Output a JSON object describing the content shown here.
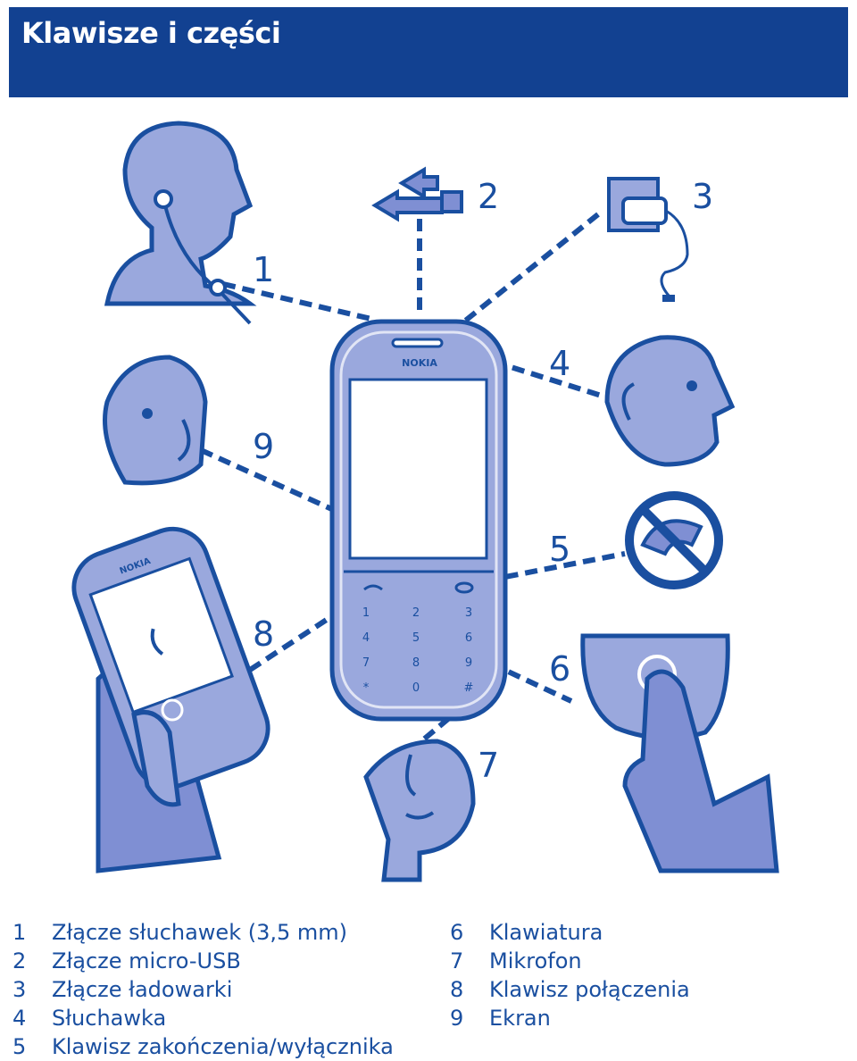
{
  "header": {
    "title": "Klawisze i części"
  },
  "phone": {
    "brand": "NOKIA",
    "keys": [
      "1",
      "2",
      "3",
      "4",
      "5",
      "6",
      "7",
      "8",
      "9",
      "*",
      "0",
      "#"
    ]
  },
  "callouts": [
    "1",
    "2",
    "3",
    "4",
    "5",
    "6",
    "7",
    "8",
    "9"
  ],
  "legend": {
    "left": [
      {
        "num": "1",
        "text": "Złącze słuchawek (3,5 mm)"
      },
      {
        "num": "2",
        "text": "Złącze micro-USB"
      },
      {
        "num": "3",
        "text": "Złącze ładowarki"
      },
      {
        "num": "4",
        "text": "Słuchawka"
      },
      {
        "num": "5",
        "text": "Klawisz zakończenia/wyłącznika"
      }
    ],
    "right": [
      {
        "num": "6",
        "text": "Klawiatura"
      },
      {
        "num": "7",
        "text": "Mikrofon"
      },
      {
        "num": "8",
        "text": "Klawisz połączenia"
      },
      {
        "num": "9",
        "text": "Ekran"
      }
    ]
  },
  "colors": {
    "header_bg": "#124191",
    "line": "#1a4fa0",
    "fill_light": "#9aa8dd",
    "fill_mid": "#7f8fd3"
  }
}
